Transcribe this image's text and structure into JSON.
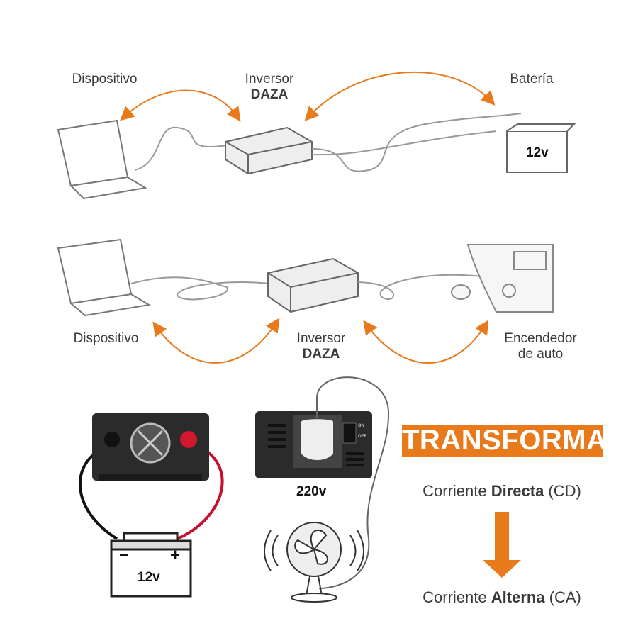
{
  "colors": {
    "accent": "#e87a1c",
    "text": "#3a3a3a"
  },
  "top_diagram": {
    "device_label": "Dispositivo",
    "inverter_label": "Inversor",
    "inverter_brand": "DAZA",
    "battery_label": "Batería",
    "battery_voltage": "12v"
  },
  "middle_diagram": {
    "device_label": "Dispositivo",
    "inverter_label": "Inversor",
    "inverter_brand": "DAZA",
    "lighter_label_line1": "Encendedor",
    "lighter_label_line2": "de auto"
  },
  "bottom": {
    "battery_voltage": "12v",
    "battery_minus": "−",
    "battery_plus": "+",
    "output_voltage": "220v",
    "switch_on": "ON",
    "switch_off": "OFF",
    "transforma": "TRANSFORMA",
    "dc_prefix": "Corriente ",
    "dc_bold": "Directa",
    "dc_suffix": " (CD)",
    "ac_prefix": "Corriente ",
    "ac_bold": "Alterna",
    "ac_suffix": " (CA)"
  }
}
